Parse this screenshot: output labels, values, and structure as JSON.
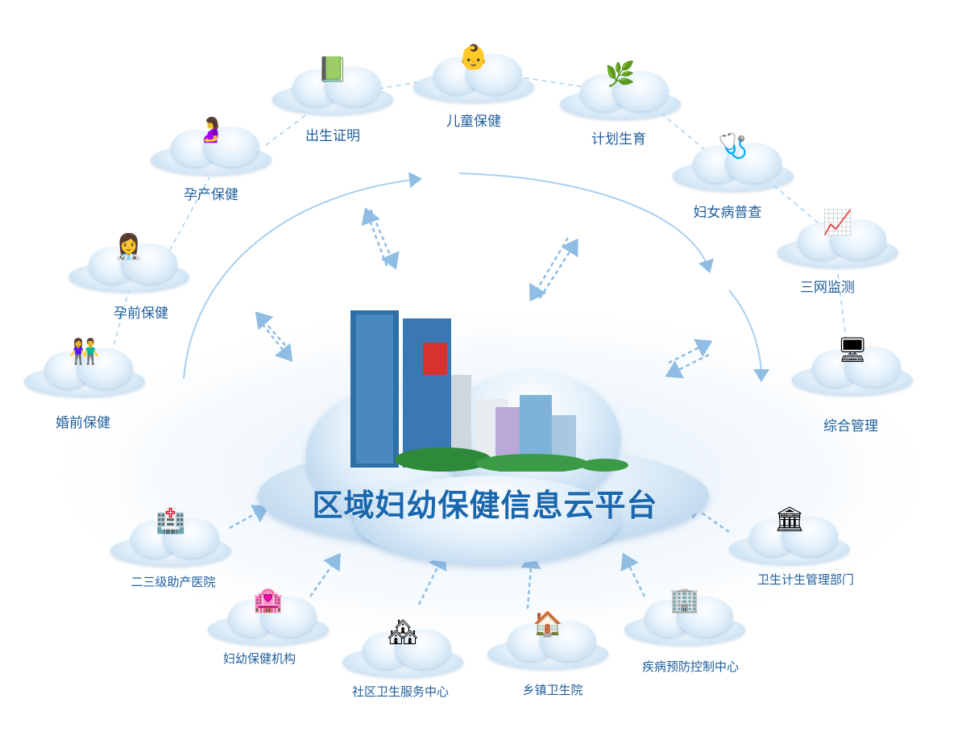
{
  "title": "区域妇幼保健信息云平台",
  "services": [
    {
      "label": "婚前保健",
      "icon": "couple-icon"
    },
    {
      "label": "孕前保健",
      "icon": "consultation-icon"
    },
    {
      "label": "孕产保健",
      "icon": "pregnancy-ultrasound-icon"
    },
    {
      "label": "出生证明",
      "icon": "certificate-icon"
    },
    {
      "label": "儿童保健",
      "icon": "baby-icon"
    },
    {
      "label": "计划生育",
      "icon": "family-planning-logo-icon"
    },
    {
      "label": "妇女病普查",
      "icon": "medical-exam-icon"
    },
    {
      "label": "三网监测",
      "icon": "monitor-screens-icon"
    },
    {
      "label": "综合管理",
      "icon": "dashboard-monitor-icon"
    }
  ],
  "institutions": [
    {
      "label": "二三级助产医院",
      "icon": "hospital-buildings-icon"
    },
    {
      "label": "妇幼保健机构",
      "icon": "maternal-child-buildings-icon"
    },
    {
      "label": "社区卫生服务中心",
      "icon": "community-center-icon"
    },
    {
      "label": "乡镇卫生院",
      "icon": "township-clinic-icon"
    },
    {
      "label": "疾病预防控制中心",
      "icon": "cdc-building-icon"
    },
    {
      "label": "卫生计生管理部门",
      "icon": "government-building-icon"
    }
  ],
  "colors": {
    "label": "#1f5e9c",
    "title": "#1a67ad",
    "arrow": "#8fbde3"
  }
}
